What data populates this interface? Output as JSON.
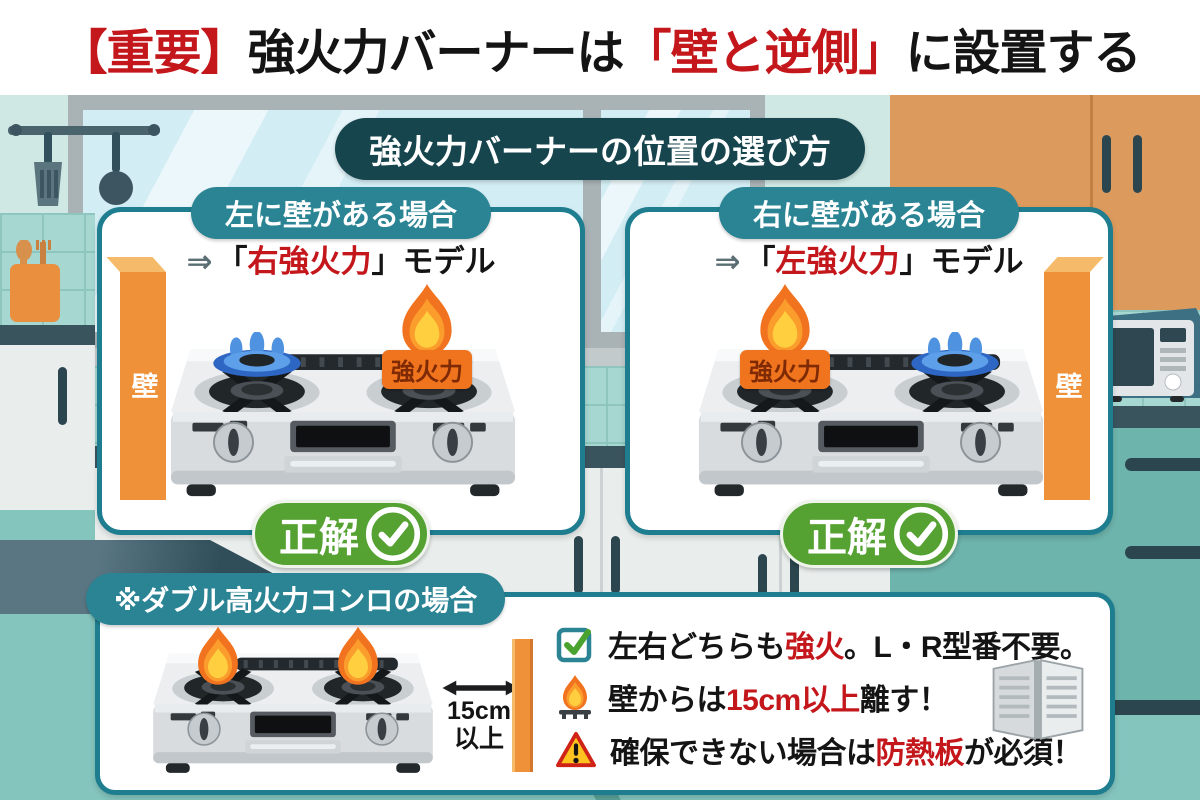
{
  "title": {
    "prefix": "【重要】",
    "part1": "強火力バーナーは",
    "highlight": "「壁と逆側」",
    "part2": "に設置する"
  },
  "banner": {
    "text": "強火力バーナーの位置の選び方"
  },
  "panels": {
    "left": {
      "header": "左に壁がある場合",
      "arrow": "⇒",
      "open": "「",
      "model": "右強火力",
      "rest": "」モデル",
      "wall_label": "壁",
      "burner_badge": "強火力",
      "result": "正解"
    },
    "right": {
      "header": "右に壁がある場合",
      "arrow": "⇒",
      "open": "「",
      "model": "左強火力",
      "rest": "」モデル",
      "wall_label": "壁",
      "burner_badge": "強火力",
      "result": "正解"
    }
  },
  "bottom": {
    "header": "※ダブル高火力コンロの場合",
    "distance": {
      "line1": "15cm",
      "line2": "以上"
    },
    "bullets": [
      {
        "icon": "checkbox-check-icon",
        "pre": "左右どちらも",
        "red": "強火",
        "post": "。L・R型番不要。"
      },
      {
        "icon": "flame-grate-icon",
        "pre": "壁からは",
        "red": "15cm以上",
        "post": "離す！"
      },
      {
        "icon": "warning-triangle-icon",
        "pre": "確保できない場合は",
        "red": "防熱板",
        "post": "が必須！"
      }
    ]
  },
  "colors": {
    "accent_red": "#c4171c",
    "banner_teal_dark": "#16454e",
    "pill_teal": "#2b8494",
    "panel_border_teal": "#1e7d8f",
    "correct_green": "#55a233",
    "wall_orange": "#ee9138",
    "badge_orange": "#f0731d",
    "flame_orange": "#f1731f",
    "flame_blue": "#2e66c4"
  }
}
